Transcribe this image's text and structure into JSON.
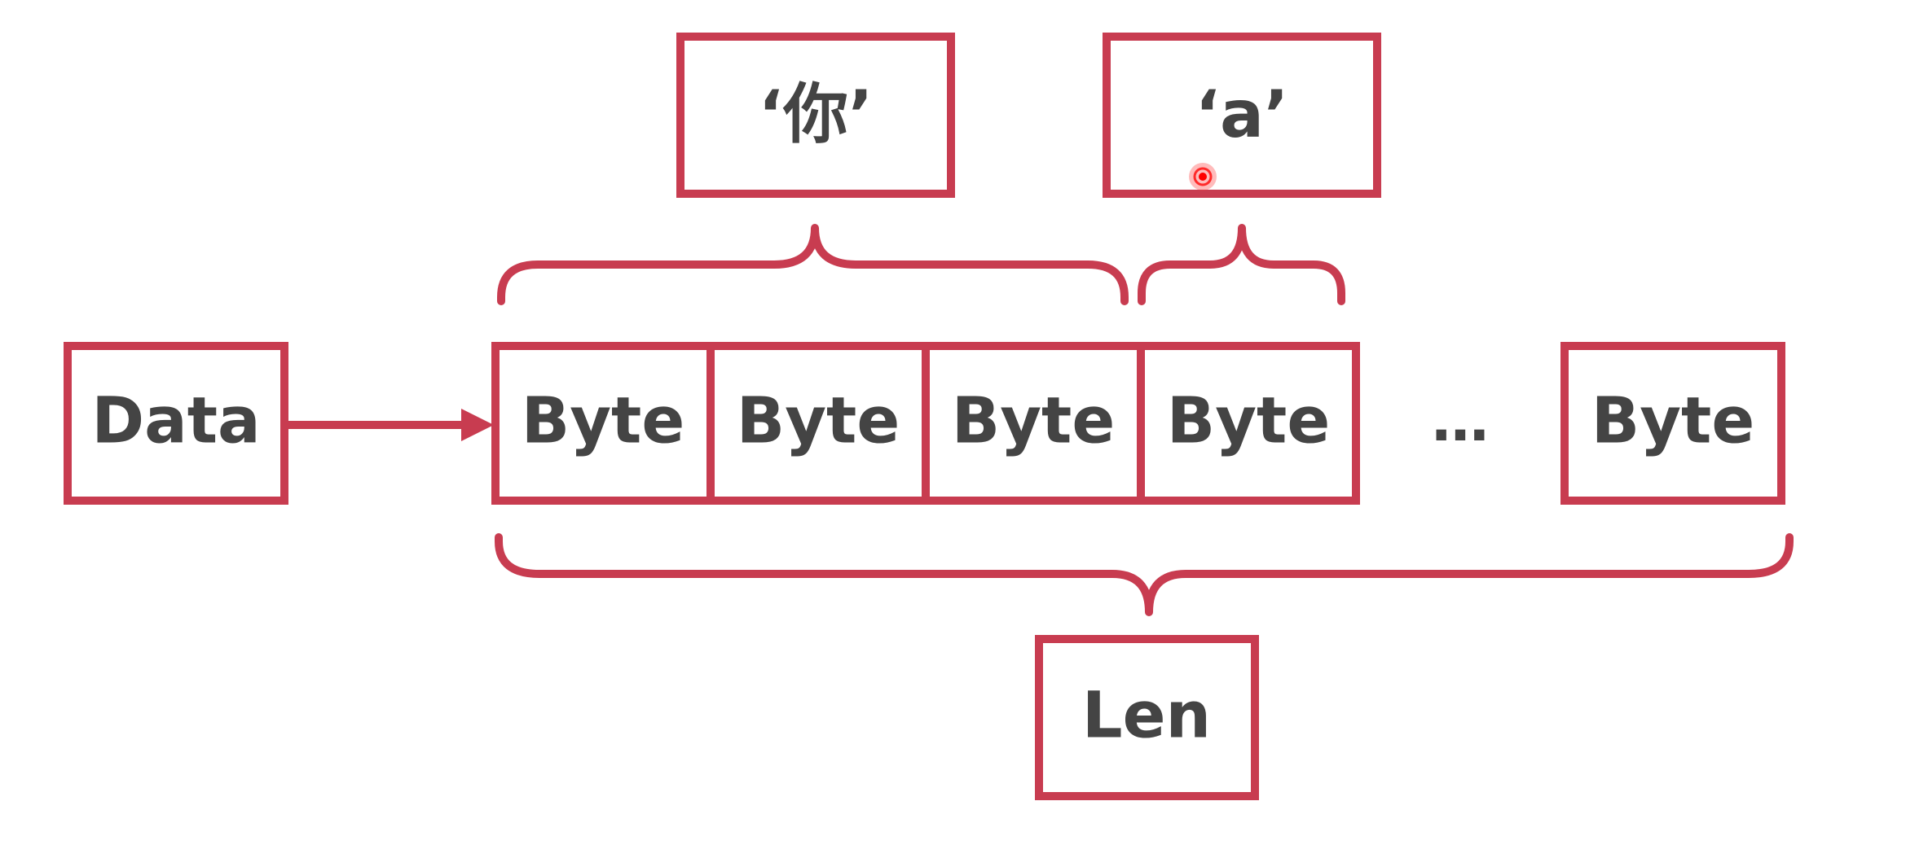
{
  "diagram": {
    "data_label": "Data",
    "bytes": [
      "Byte",
      "Byte",
      "Byte",
      "Byte"
    ],
    "ellipsis": "…",
    "last_byte": "Byte",
    "char_ni": "‘你’",
    "char_a": "‘a’",
    "len_label": "Len"
  },
  "colors": {
    "stroke": "#c83c50",
    "text": "#444444",
    "cursor": "#ff0000"
  }
}
